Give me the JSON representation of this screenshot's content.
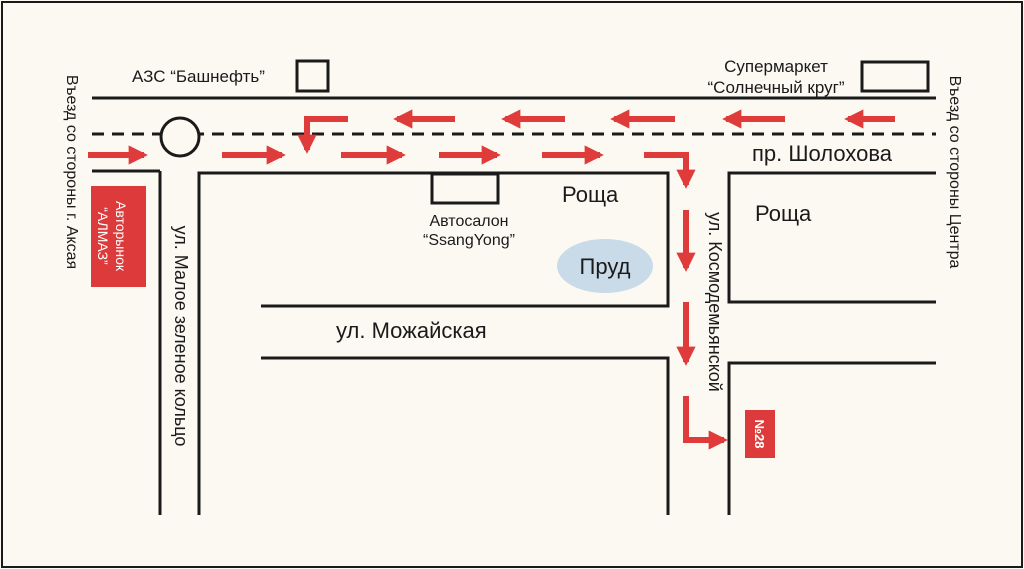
{
  "map": {
    "colors": {
      "background": "#fbf9f1",
      "road_line": "#1a1a1a",
      "arrow": "#e03b3b",
      "badge": "#dd3b3b",
      "pond": "#c9dbe8"
    },
    "labels": {
      "entry_left": "Въезд со стороны г. Аксая",
      "entry_right": "Въезд со стороны Центра",
      "gas_station": "АЗС “Башнефть”",
      "supermarket_line1": "Супермаркет",
      "supermarket_line2": "“Солнечный круг”",
      "avenue": "пр. Шолохова",
      "car_market_line1": "Авторынок",
      "car_market_line2": "“АЛМАЗ”",
      "dealer_line1": "Автосалон",
      "dealer_line2": "“SsangYong”",
      "grove_1": "Роща",
      "grove_2": "Роща",
      "pond": "Пруд",
      "street_ring": "ул. Малое зеленое кольцо",
      "street_mozhayskaya": "ул. Можайская",
      "street_kosmodemyanskoy": "ул. Космодемьянской",
      "building_number": "№28"
    }
  }
}
